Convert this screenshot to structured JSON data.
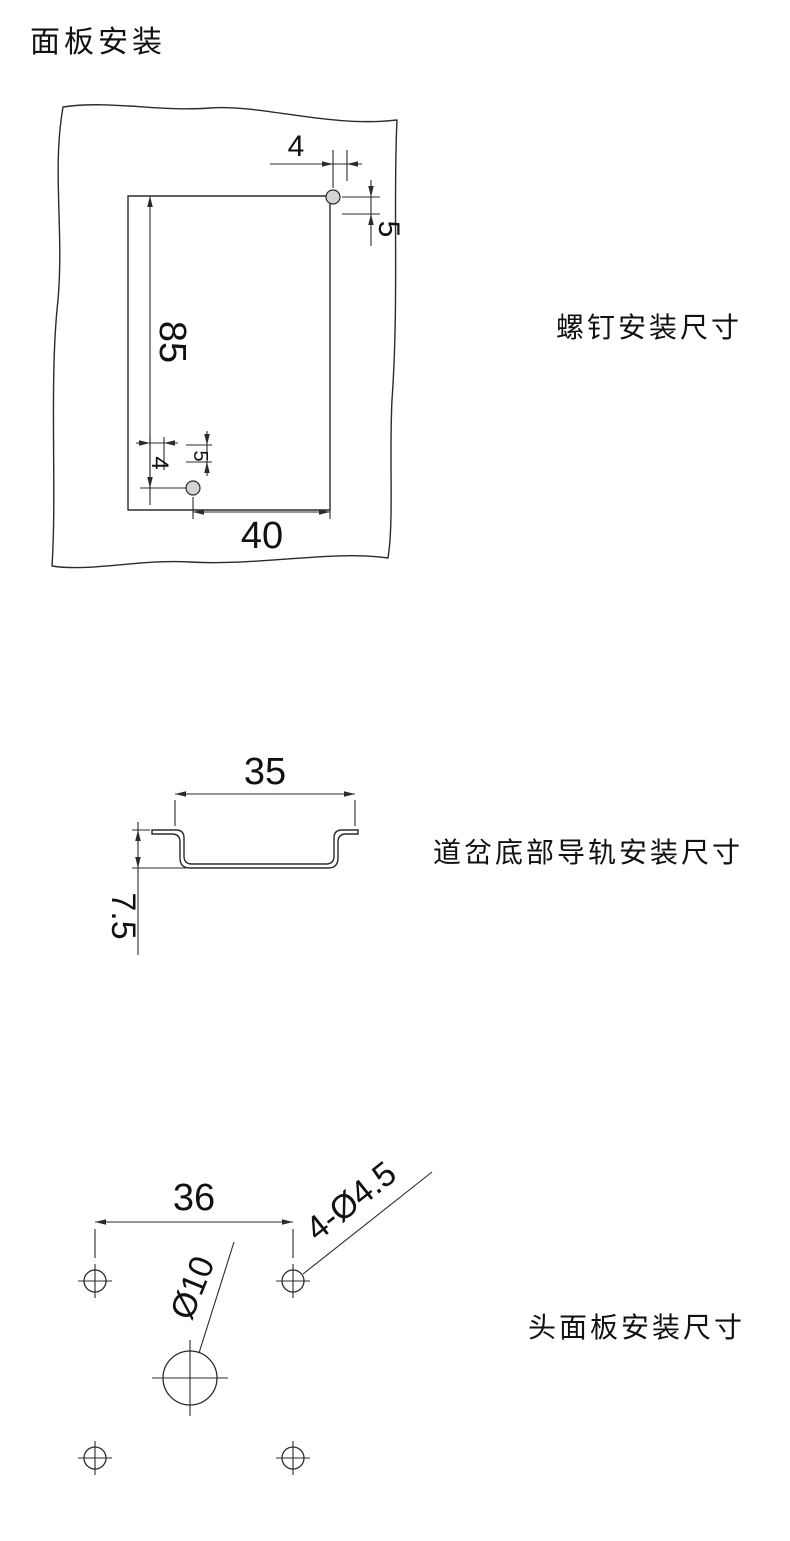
{
  "page": {
    "title": "面板安装"
  },
  "diagrams": {
    "screw": {
      "caption": "螺钉安装尺寸",
      "dim_top": "4",
      "dim_right": "5",
      "dim_height": "85",
      "dim_offset_h": "4",
      "dim_offset_v": "5",
      "dim_width": "40"
    },
    "rail": {
      "caption": "道岔底部导轨安装尺寸",
      "dim_width": "35",
      "dim_depth": "7.5"
    },
    "head": {
      "caption": "头面板安装尺寸",
      "dim_spacing": "36",
      "dim_holes": "4-Ø4.5",
      "dim_center_hole": "Ø10"
    }
  },
  "colors": {
    "line": "#2b2b2b",
    "text": "#111111",
    "background": "#ffffff"
  }
}
